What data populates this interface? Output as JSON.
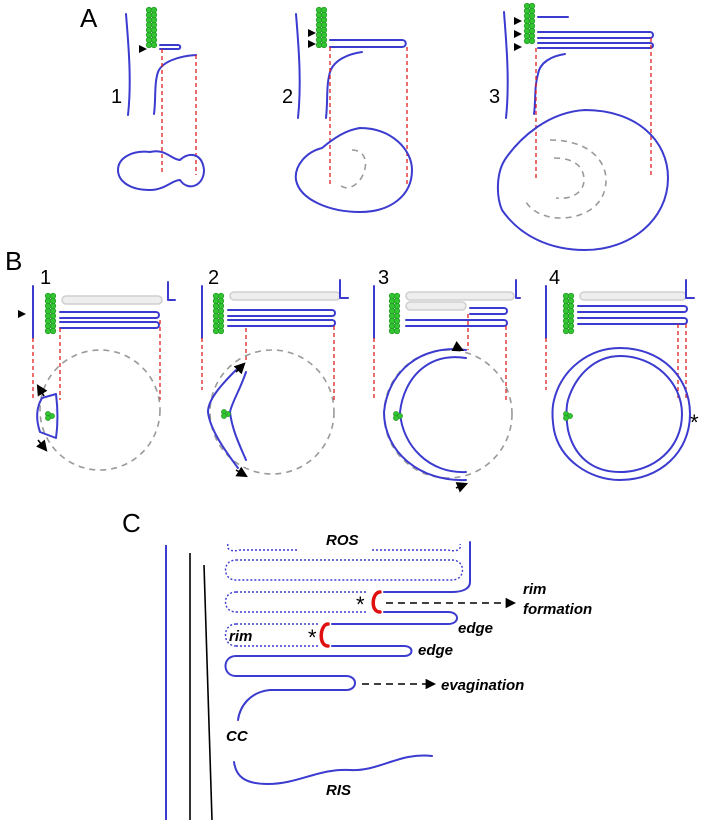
{
  "panels": {
    "a": {
      "label": "A",
      "steps": [
        "1",
        "2",
        "3"
      ]
    },
    "b": {
      "label": "B",
      "steps": [
        "1",
        "2",
        "3",
        "4"
      ]
    },
    "c": {
      "label": "C"
    }
  },
  "panel_c_labels": {
    "ros": "ROS",
    "rim_1": "rim",
    "rim_2": "formation",
    "rim_small": "rim",
    "edge_upper": "edge",
    "edge_lower": "edge",
    "evagination": "evagination",
    "cc": "CC",
    "ris": "RIS",
    "asterisk": "*"
  },
  "colors": {
    "membrane": "#3b3bd0",
    "projection_lines": "#e02020",
    "connecting_cilium": "#33c433",
    "ghost_disc": "#eeeeee",
    "rim_marker": "#e01010"
  }
}
